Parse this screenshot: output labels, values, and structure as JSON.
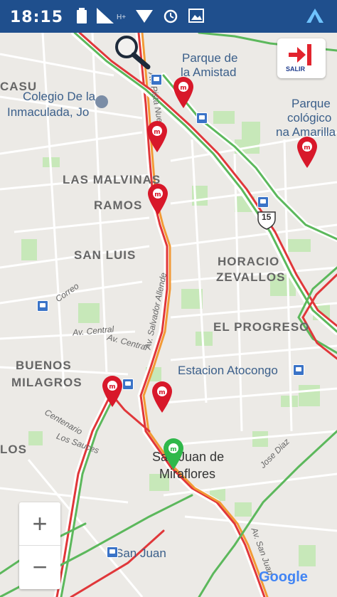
{
  "status_bar": {
    "time": "18:15",
    "network_label": "H+",
    "icons": [
      "battery-icon",
      "signal-icon",
      "wifi-icon",
      "alarm-icon",
      "image-icon",
      "app-icon"
    ]
  },
  "exit_button": {
    "label": "SALIR",
    "icon": "exit-icon",
    "accent": "#e2242e"
  },
  "map": {
    "district_labels": [
      {
        "id": "casu",
        "text": "CASU"
      },
      {
        "id": "las-malvinas",
        "text": "LAS MALVINAS"
      },
      {
        "id": "ramos",
        "text": "RAMOS"
      },
      {
        "id": "san-luis",
        "text": "SAN LUIS"
      },
      {
        "id": "horacio",
        "text": "HORACIO"
      },
      {
        "id": "zevallos",
        "text": "ZEVALLOS"
      },
      {
        "id": "el-progreso",
        "text": "EL PROGRESO"
      },
      {
        "id": "buenos",
        "text": "BUENOS"
      },
      {
        "id": "milagros",
        "text": "MILAGROS"
      },
      {
        "id": "los",
        "text": "LOS"
      }
    ],
    "poi_labels": [
      {
        "id": "parque-amistad-1",
        "text": "Parque de"
      },
      {
        "id": "parque-amistad-2",
        "text": "la Amistad"
      },
      {
        "id": "colegio-1",
        "text": "Colegio De la"
      },
      {
        "id": "colegio-2",
        "text": "Inmaculada, Jo"
      },
      {
        "id": "parque-ecol-1",
        "text": "Parque"
      },
      {
        "id": "parque-ecol-2",
        "text": "cológico"
      },
      {
        "id": "parque-ecol-3",
        "text": "na Amarilla"
      },
      {
        "id": "estacion-atocongo",
        "text": "Estacion Atocongo"
      },
      {
        "id": "san-juan",
        "text": "San Juan"
      }
    ],
    "place_labels": [
      {
        "id": "sjm-1",
        "text": "San Juan de"
      },
      {
        "id": "sjm-2",
        "text": "Miraflores"
      }
    ],
    "street_labels": [
      {
        "id": "av-pista-nueva",
        "text": "Av. Pista Nueva"
      },
      {
        "id": "av-salvador-allende",
        "text": "Av. Salvador Allende"
      },
      {
        "id": "correo",
        "text": "Correo"
      },
      {
        "id": "av-central-1",
        "text": "Av. Central"
      },
      {
        "id": "av-central-2",
        "text": "Av. Central"
      },
      {
        "id": "centenario",
        "text": "Centenario"
      },
      {
        "id": "los-sauces",
        "text": "Los Sauces"
      },
      {
        "id": "jose-diaz",
        "text": "Jose Diaz"
      },
      {
        "id": "av-san-juan",
        "text": "Av. San Juan"
      }
    ],
    "route_shield": "15",
    "marker_colors": {
      "stop": "#d8182a",
      "current": "#2fb84a"
    }
  },
  "zoom": {
    "in_label": "+",
    "out_label": "−"
  },
  "attribution": "Google"
}
